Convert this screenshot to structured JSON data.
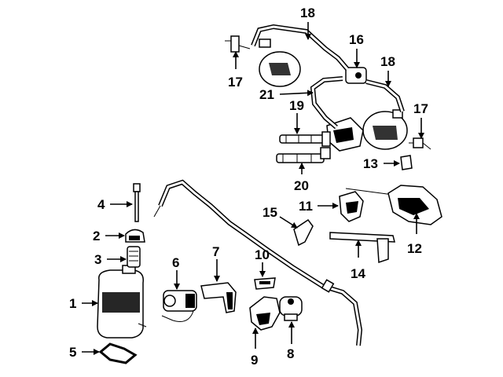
{
  "callouts": {
    "c1": "1",
    "c2": "2",
    "c3": "3",
    "c4": "4",
    "c5": "5",
    "c6": "6",
    "c7": "7",
    "c8": "8",
    "c9": "9",
    "c10": "10",
    "c11": "11",
    "c12": "12",
    "c13": "13",
    "c14": "14",
    "c15": "15",
    "c16": "16",
    "c17a": "17",
    "c17b": "17",
    "c18a": "18",
    "c18b": "18",
    "c19": "19",
    "c20": "20",
    "c21": "21"
  }
}
